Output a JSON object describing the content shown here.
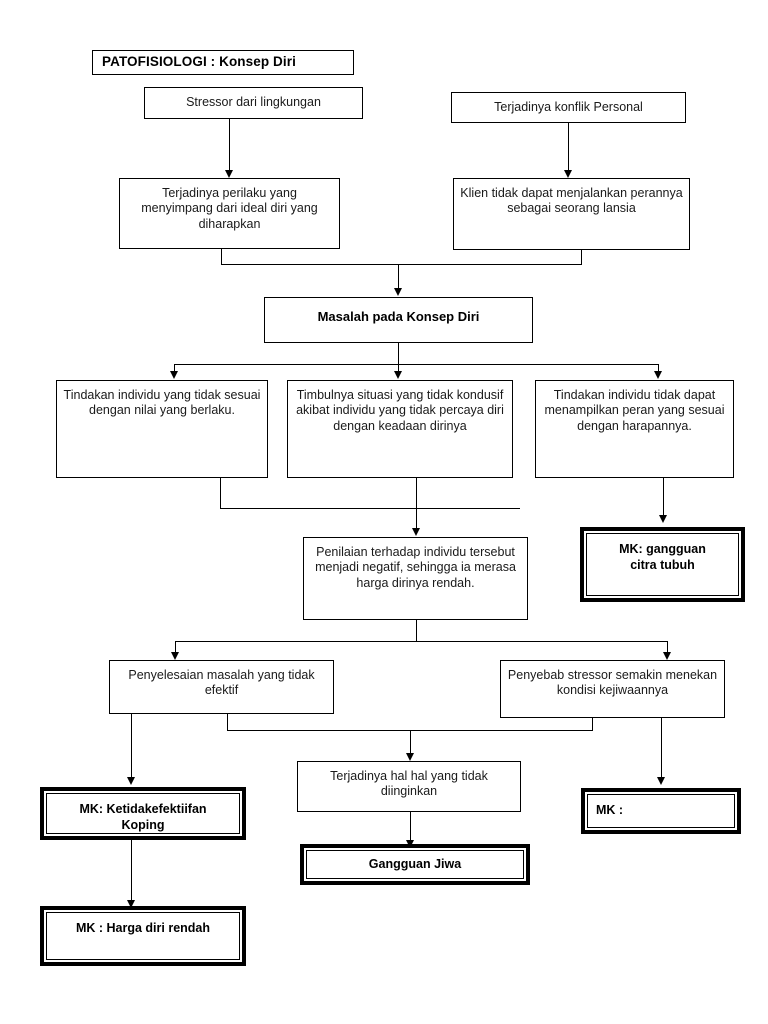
{
  "diagram": {
    "title": "PATOFISIOLOGI : Konsep  Diri",
    "nodes": {
      "stressor_lingkungan": "Stressor dari lingkungan",
      "konflik_personal": "Terjadinya konflik Personal",
      "perilaku_menyimpang": "Terjadinya perilaku yang menyimpang dari ideal diri yang diharapkan",
      "klien_tidak_dapat": "Klien tidak dapat menjalankan perannya sebagai seorang lansia",
      "masalah_konsep_diri": "Masalah pada Konsep Diri",
      "tindakan_tidak_sesuai": "Tindakan individu yang tidak sesuai dengan nilai yang berlaku.",
      "situasi_tidak_kondusif": "Timbulnya situasi yang tidak kondusif akibat individu yang tidak percaya diri dengan keadaan dirinya",
      "tidak_menampilkan_peran": "Tindakan individu tidak dapat menampilkan peran yang sesuai dengan harapannya.",
      "penilaian_negatif": "Penilaian terhadap individu tersebut menjadi negatif, sehingga ia merasa harga dirinya rendah.",
      "mk_gangguan_citra_tubuh": "MK: gangguan\ncitra tubuh",
      "penyelesaian_tidak_efektif": "Penyelesaian masalah yang tidak efektif",
      "penyebab_stressor": "Penyebab stressor semakin menekan kondisi kejiwaannya",
      "hal_tidak_diinginkan": "Terjadinya hal hal yang tidak diinginkan",
      "mk_ketidakefektiifan_koping": "   MK: Ketidakefektiifan\nKoping",
      "gangguan_jiwa": "Gangguan Jiwa",
      "mk_kosong": "MK :",
      "mk_harga_diri_rendah": "MK : Harga diri rendah"
    },
    "colors": {
      "line": "#000000",
      "box_border": "#000000",
      "background": "#ffffff",
      "text": "#1a1a1a"
    }
  }
}
